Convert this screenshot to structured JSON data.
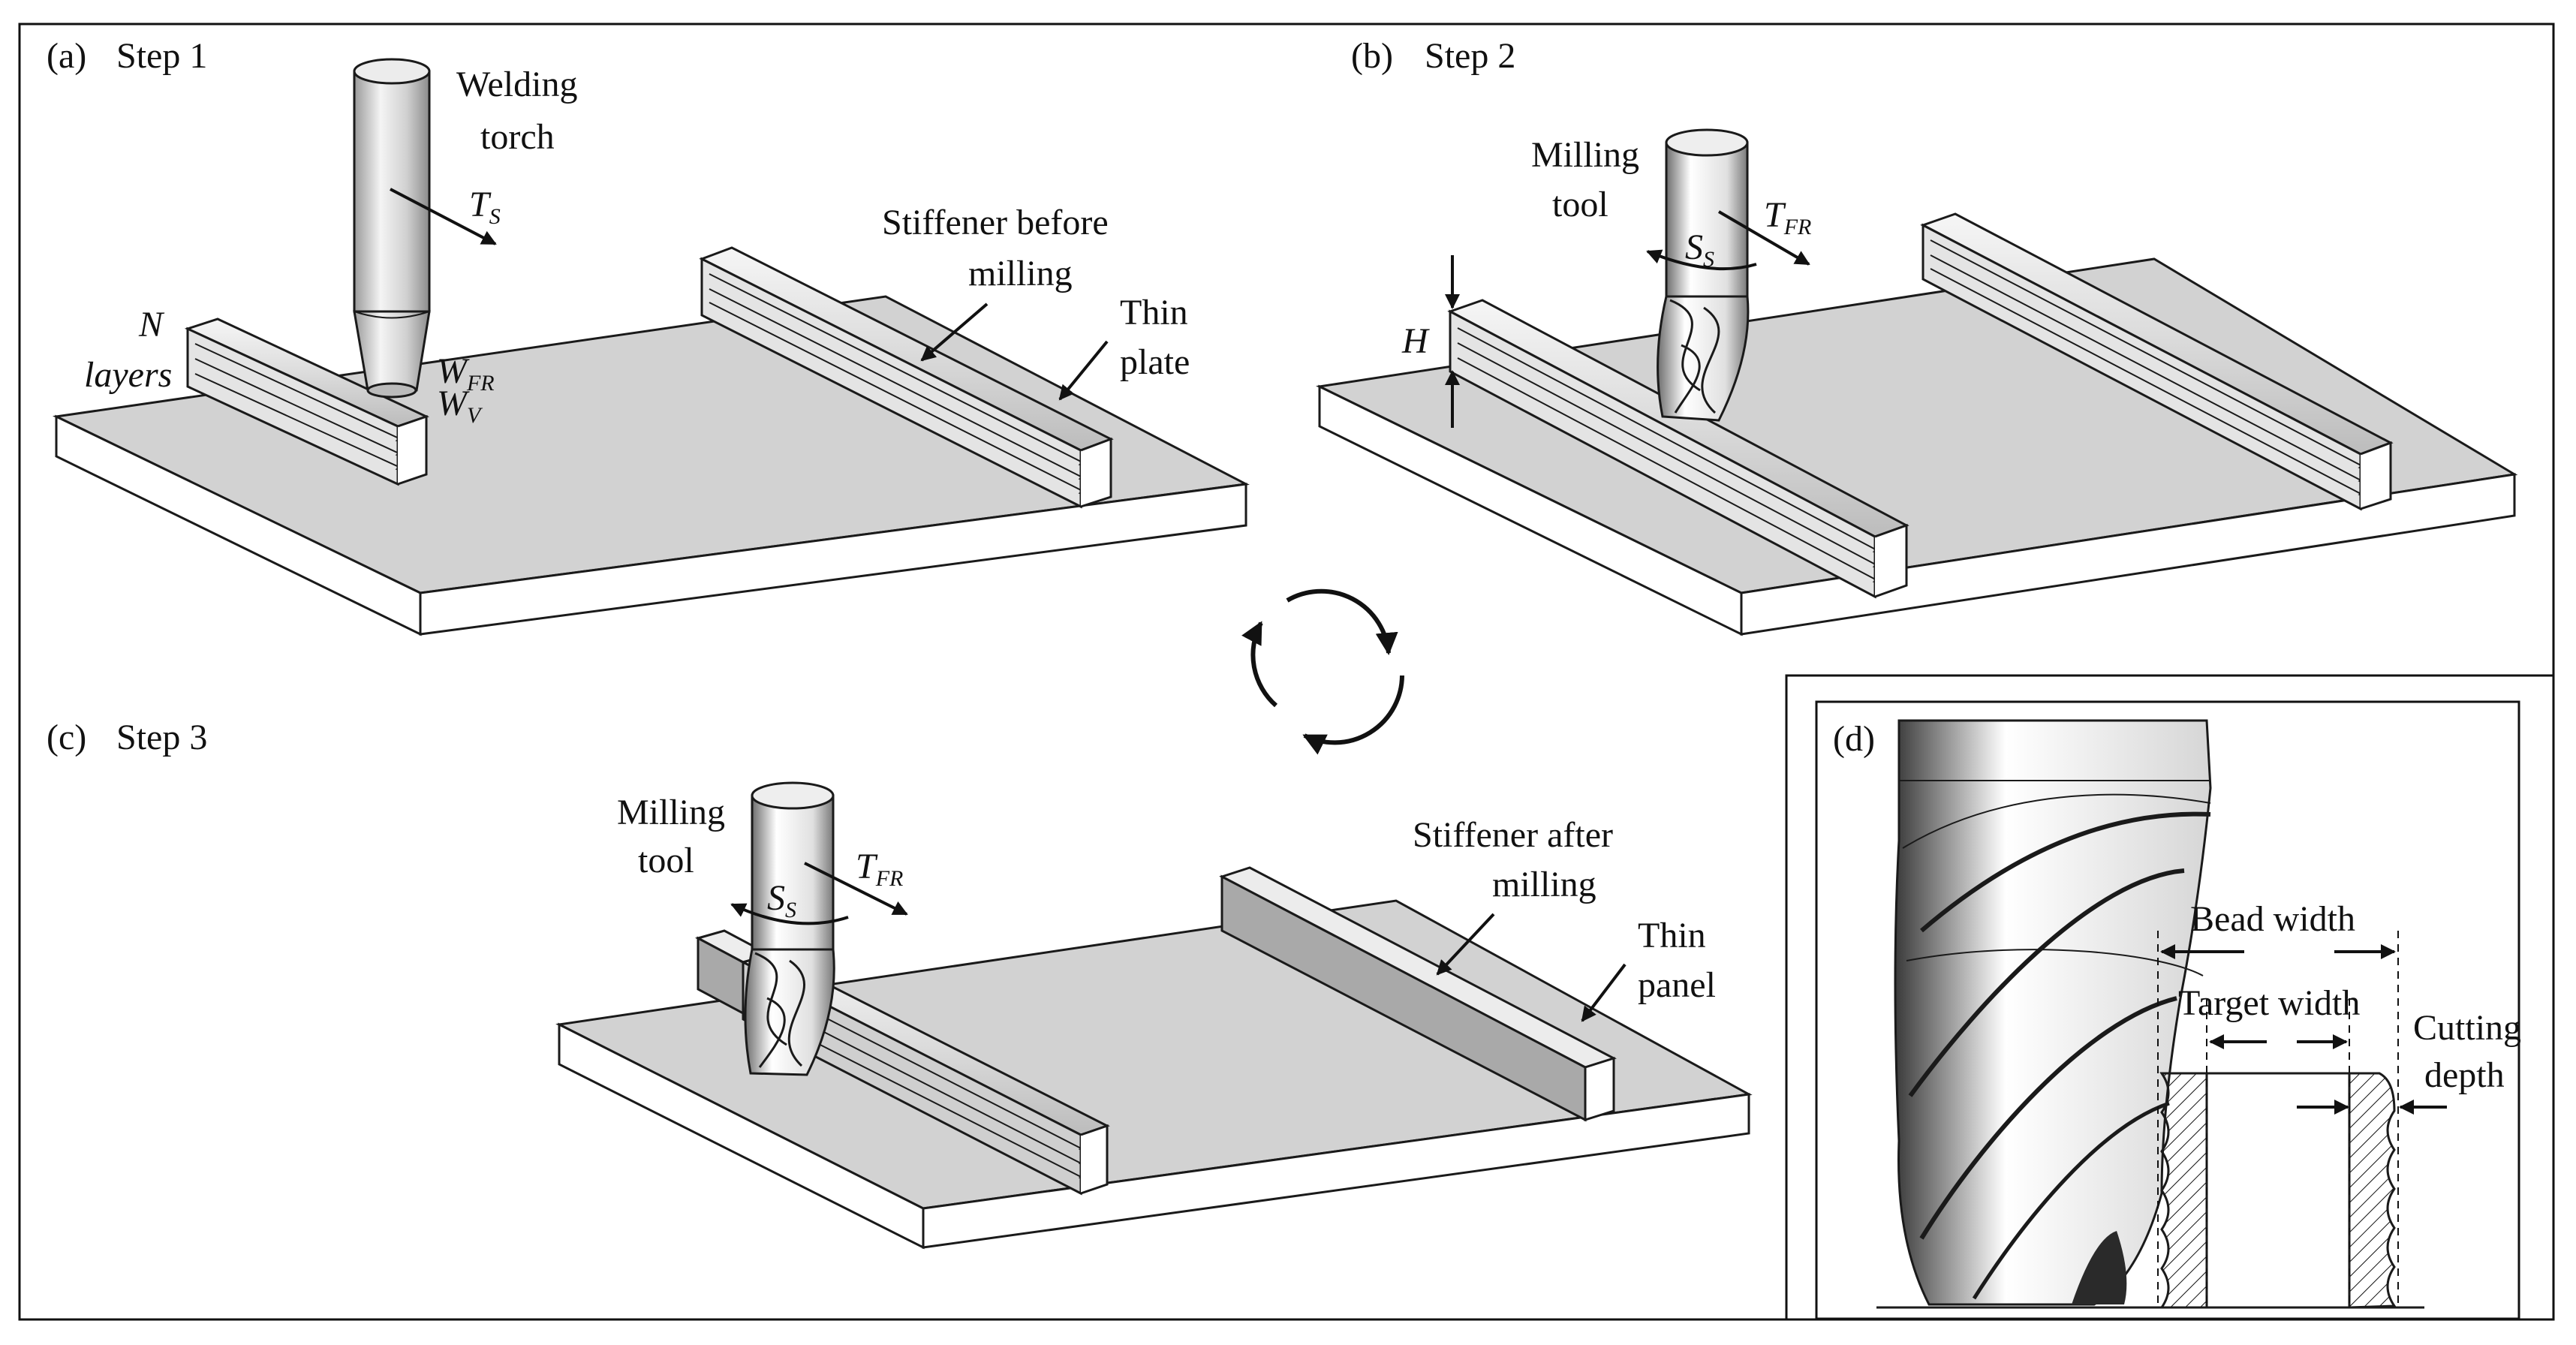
{
  "panels": {
    "a": {
      "tag": "(a)",
      "step": "Step 1",
      "torch_label": [
        "Welding",
        "torch"
      ],
      "travel_speed": {
        "main": "T",
        "sub": "S"
      },
      "layers_label": [
        "N",
        "layers"
      ],
      "wire_feed": {
        "main": "W",
        "sub": "FR"
      },
      "voltage": {
        "main": "W",
        "sub": "V"
      },
      "stiffener_label": [
        "Stiffener before",
        "milling"
      ],
      "plate_label": [
        "Thin",
        "plate"
      ]
    },
    "b": {
      "tag": "(b)",
      "step": "Step 2",
      "tool_label": [
        "Milling",
        "tool"
      ],
      "feed_rate": {
        "main": "T",
        "sub": "FR"
      },
      "spindle_speed": {
        "main": "S",
        "sub": "S"
      },
      "height": "H"
    },
    "c": {
      "tag": "(c)",
      "step": "Step 3",
      "tool_label": [
        "Milling",
        "tool"
      ],
      "feed_rate": {
        "main": "T",
        "sub": "FR"
      },
      "spindle_speed": {
        "main": "S",
        "sub": "S"
      },
      "stiffener_label": [
        "Stiffener after",
        "milling"
      ],
      "panel_label": [
        "Thin",
        "panel"
      ]
    },
    "d": {
      "tag": "(d)",
      "bead_width": "Bead width",
      "target_width": "Target width",
      "cutting_depth": [
        "Cutting",
        "depth"
      ]
    }
  },
  "colors": {
    "plate_top": "#d2d2d2",
    "plate_side": "#ffffff",
    "plate_dark": "#a9a9a9",
    "stroke": "#1a1a1a"
  },
  "icons": [
    "cycle-arrows-icon",
    "end-mill-icon",
    "welding-torch-icon"
  ]
}
